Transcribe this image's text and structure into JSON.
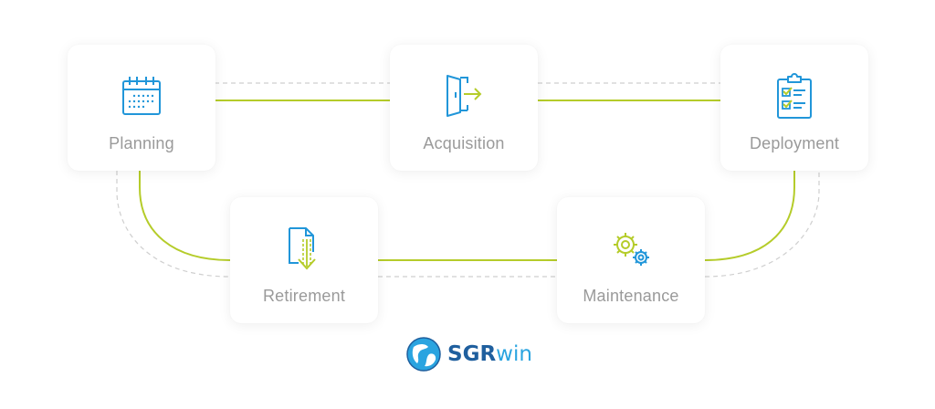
{
  "colors": {
    "accent_blue": "#2196d9",
    "accent_green": "#b5cc2a",
    "label_gray": "#9a9a9a",
    "dashed_gray": "#cfcfcf",
    "logo_dark": "#1f5f9e",
    "logo_light": "#2aa4e0"
  },
  "stages": [
    {
      "id": "planning",
      "label": "Planning",
      "icon": "calendar-icon"
    },
    {
      "id": "acquisition",
      "label": "Acquisition",
      "icon": "door-exit-icon"
    },
    {
      "id": "deployment",
      "label": "Deployment",
      "icon": "clipboard-checklist-icon"
    },
    {
      "id": "maintenance",
      "label": "Maintenance",
      "icon": "gears-icon"
    },
    {
      "id": "retirement",
      "label": "Retirement",
      "icon": "document-download-icon"
    }
  ],
  "logo": {
    "icon": "globe-logo-icon",
    "text_bold": "SGR",
    "text_light": "win"
  }
}
